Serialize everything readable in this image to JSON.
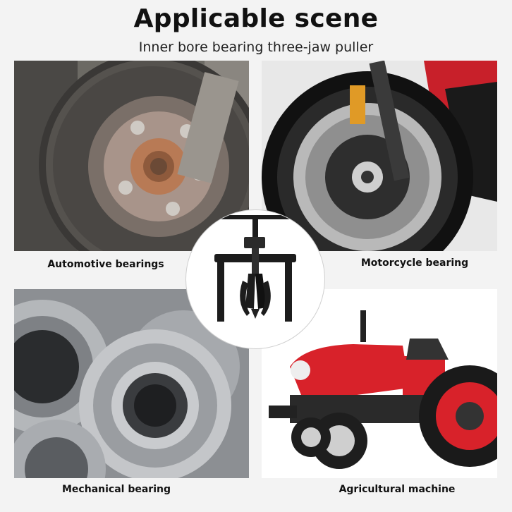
{
  "header": {
    "title": "Applicable scene",
    "subtitle": "Inner bore bearing three-jaw puller"
  },
  "scenes": [
    {
      "label": "Automotive bearings",
      "image": "car-brake-disc-hub"
    },
    {
      "label": "Motorcycle bearing",
      "image": "motorcycle-front-wheel"
    },
    {
      "label": "Mechanical bearing",
      "image": "tapered-roller-bearings"
    },
    {
      "label": "Agricultural machine",
      "image": "red-tractor"
    }
  ],
  "product": {
    "image": "three-jaw-puller-tool"
  },
  "colors": {
    "accent": "#d8222a",
    "tool": "#1c1c1c",
    "background": "#f3f3f3"
  }
}
